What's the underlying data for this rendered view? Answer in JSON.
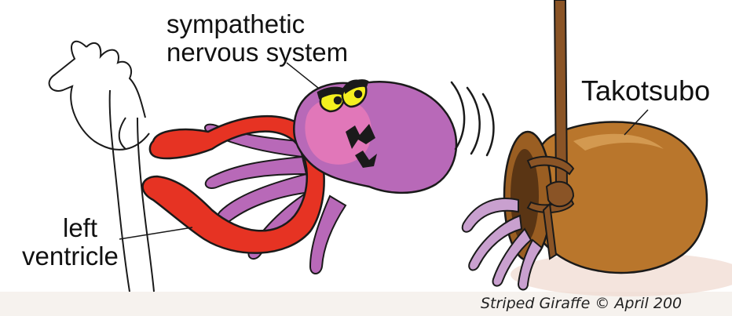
{
  "labels": {
    "sympathetic_line1": "sympathetic",
    "sympathetic_line2": "nervous system",
    "takotsubo": "Takotsubo",
    "left": "left",
    "ventricle": "ventricle"
  },
  "credit": "Striped Giraffe © April 200",
  "colors": {
    "ventricle_red": "#e63323",
    "octopus_purple": "#b869b8",
    "octopus_face_pink": "#e87ab8",
    "eye_yellow": "#f4ef1f",
    "pot_brown": "#b9762c",
    "rope_brown": "#8a5426",
    "outline": "#1a1a1a"
  }
}
